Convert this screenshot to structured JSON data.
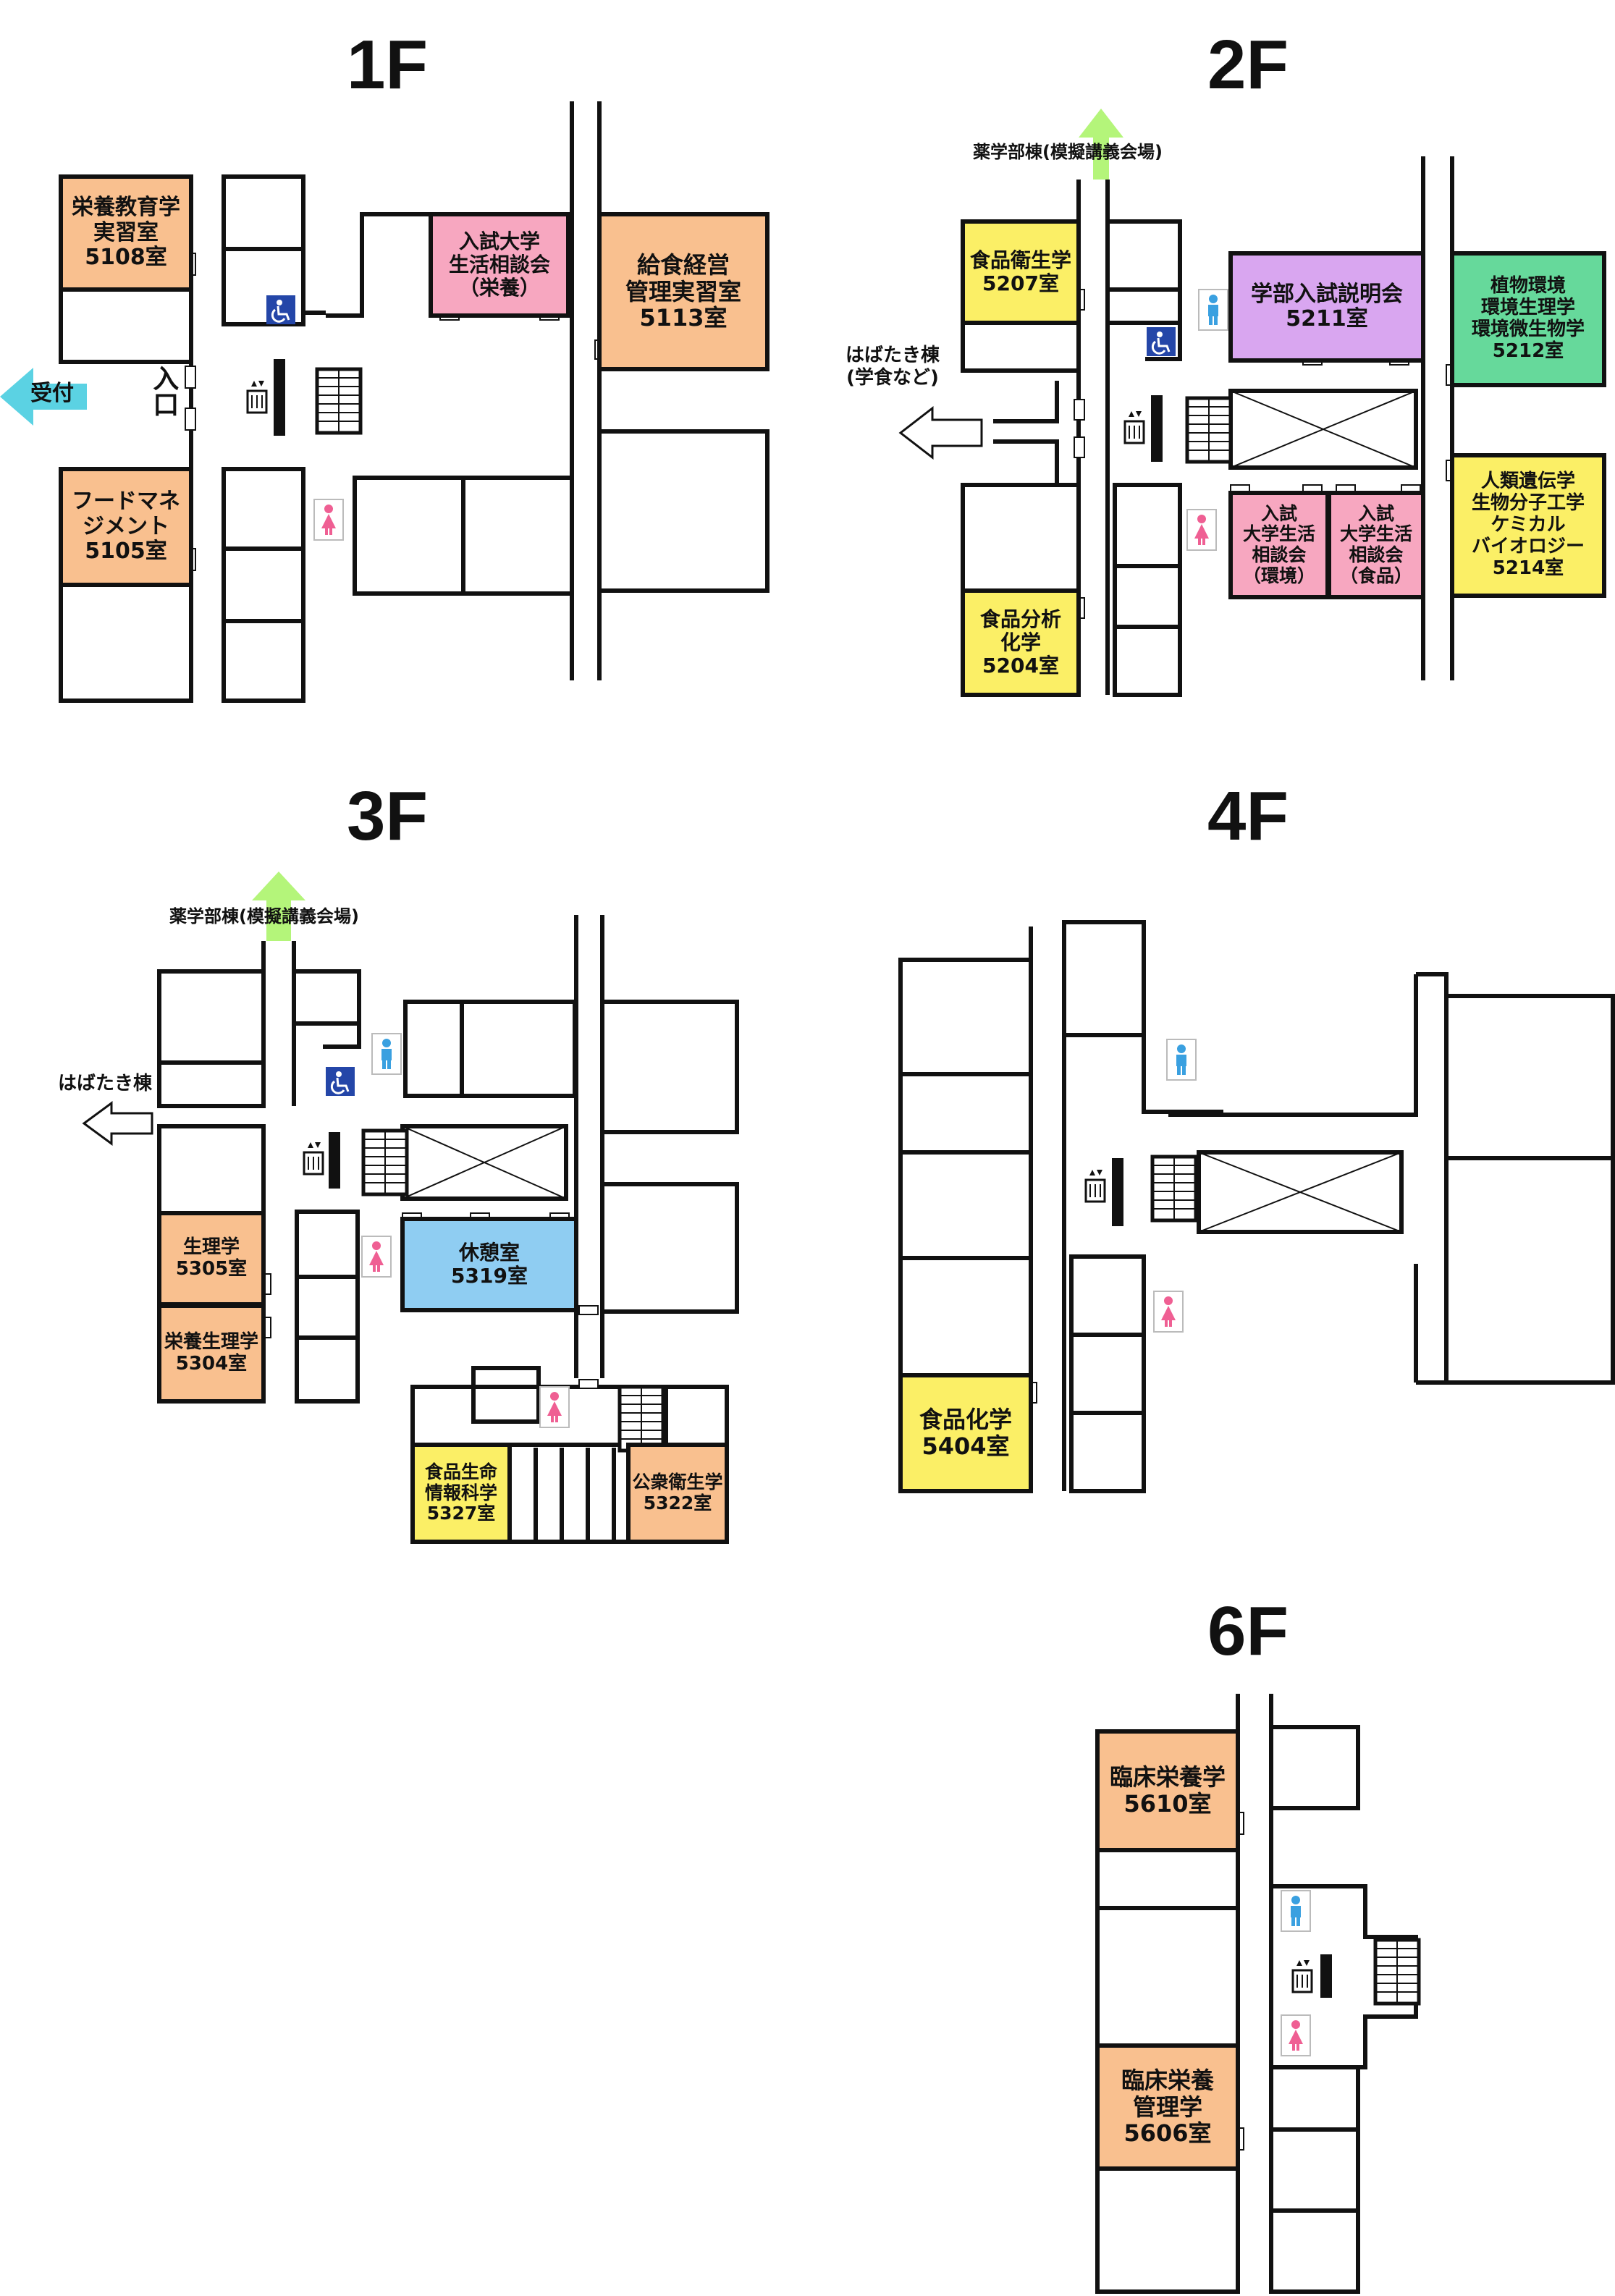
{
  "floors": {
    "f1": {
      "title": "1F",
      "reception": "受付",
      "entrance": "入口",
      "rooms": {
        "r5108": "栄養教育学\n実習室\n5108室",
        "r5105": "フードマネ\nジメント\n5105室",
        "consult": "入試大学\n生活相談会\n（栄養）",
        "r5113": "給食経営\n管理実習室\n5113室"
      }
    },
    "f2": {
      "title": "2F",
      "pharmacy_link": "薬学部棟(模擬講義会場)",
      "habataki_link": "はばたき棟\n(学食など)",
      "rooms": {
        "r5207": "食品衛生学\n5207室",
        "r5204": "食品分析\n化学\n5204室",
        "r5211": "学部入試説明会\n5211室",
        "r5212": "植物環境\n環境生理学\n環境微生物学\n5212室",
        "r5214": "人類遺伝学\n生物分子工学\nケミカル\nバイオロジー\n5214室",
        "consult_env": "入試\n大学生活\n相談会\n（環境）",
        "consult_food": "入試\n大学生活\n相談会\n（食品）"
      }
    },
    "f3": {
      "title": "3F",
      "pharmacy_link": "薬学部棟(模擬講義会場)",
      "habataki_link": "はばたき棟",
      "rooms": {
        "r5305": "生理学\n5305室",
        "r5304": "栄養生理学\n5304室",
        "r5319": "休憩室\n5319室",
        "r5327": "食品生命\n情報科学\n5327室",
        "r5322": "公衆衛生学\n5322室"
      }
    },
    "f4": {
      "title": "4F",
      "rooms": {
        "r5404": "食品化学\n5404室"
      }
    },
    "f6": {
      "title": "6F",
      "rooms": {
        "r5610": "臨床栄養学\n5610室",
        "r5606": "臨床栄養\n管理学\n5606室"
      }
    }
  },
  "icons": {
    "men_toilet": "men-toilet-icon",
    "women_toilet": "women-toilet-icon",
    "accessible": "wheelchair-icon",
    "elevator": "elevator-icon",
    "stairs": "stairs-icon"
  },
  "colors": {
    "orange": "#f9c08f",
    "pink": "#f7a7c0",
    "purple": "#d9a6f0",
    "green": "#66d99b",
    "yellow": "#fbef66",
    "blue": "#8fcdf2",
    "cyan_arrow": "#5bd2e3",
    "green_arrow": "#b4f57a"
  }
}
